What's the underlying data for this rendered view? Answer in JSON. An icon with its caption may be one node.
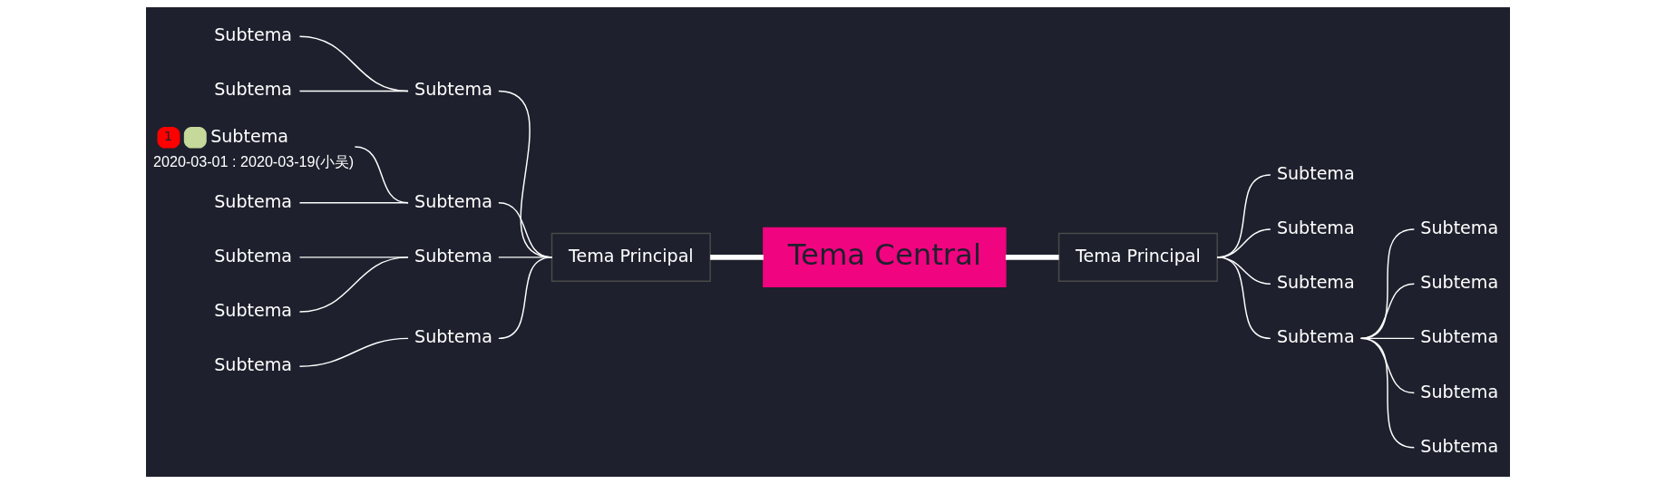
{
  "diagram": {
    "nodes": [
      {
        "text": [
          "Tema Central"
        ]
      },
      {
        "text": [
          "Tema Principal"
        ]
      },
      {
        "text": [
          "Subtema"
        ]
      },
      {
        "text": [
          "Subtema"
        ]
      },
      {
        "text": [
          "Subtema"
        ]
      },
      {
        "text": [
          "Subtema"
        ]
      },
      {
        "text": [
          "1",
          "Subtema"
        ],
        "beside": [
          "2020-03-01 : 2020-03-19(小吴)"
        ]
      },
      {
        "text": [
          "Subtema"
        ]
      },
      {
        "text": [
          "Subtema"
        ]
      },
      {
        "text": [
          "Subtema"
        ]
      },
      {
        "text": [
          "Subtema"
        ]
      },
      {
        "text": [
          "Subtema"
        ]
      },
      {
        "text": [
          "Subtema"
        ]
      },
      {
        "text": [
          "Tema Principal"
        ]
      },
      {
        "text": [
          "Subtema"
        ]
      },
      {
        "text": [
          "Subtema"
        ]
      },
      {
        "text": [
          "Subtema"
        ]
      },
      {
        "text": [
          "Subtema"
        ]
      },
      {
        "text": [
          "Subtema"
        ]
      },
      {
        "text": [
          "Subtema"
        ]
      },
      {
        "text": [
          "Subtema"
        ]
      },
      {
        "text": [
          "Subtema"
        ]
      },
      {
        "text": [
          "Subtema"
        ]
      }
    ],
    "edges": [
      {
        "from": 0,
        "to": 1,
        "arrow": "none",
        "style": "thick"
      },
      {
        "from": 1,
        "to": 2,
        "arrow": "none"
      },
      {
        "from": 2,
        "to": 3,
        "arrow": "none"
      },
      {
        "from": 2,
        "to": 4,
        "arrow": "none"
      },
      {
        "from": 1,
        "to": 5,
        "arrow": "none"
      },
      {
        "from": 5,
        "to": 6,
        "arrow": "none"
      },
      {
        "from": 5,
        "to": 7,
        "arrow": "none"
      },
      {
        "from": 1,
        "to": 8,
        "arrow": "none"
      },
      {
        "from": 8,
        "to": 9,
        "arrow": "none"
      },
      {
        "from": 8,
        "to": 10,
        "arrow": "none"
      },
      {
        "from": 1,
        "to": 11,
        "arrow": "none"
      },
      {
        "from": 11,
        "to": 12,
        "arrow": "none"
      },
      {
        "from": 0,
        "to": 13,
        "arrow": "none",
        "style": "thick"
      },
      {
        "from": 13,
        "to": 14,
        "arrow": "none"
      },
      {
        "from": 13,
        "to": 15,
        "arrow": "none"
      },
      {
        "from": 13,
        "to": 16,
        "arrow": "none"
      },
      {
        "from": 13,
        "to": 17,
        "arrow": "none"
      },
      {
        "from": 17,
        "to": 18,
        "arrow": "none"
      },
      {
        "from": 17,
        "to": 19,
        "arrow": "none"
      },
      {
        "from": 17,
        "to": 20,
        "arrow": "none"
      },
      {
        "from": 17,
        "to": 21,
        "arrow": "none"
      },
      {
        "from": 17,
        "to": 22,
        "arrow": "none"
      }
    ]
  }
}
